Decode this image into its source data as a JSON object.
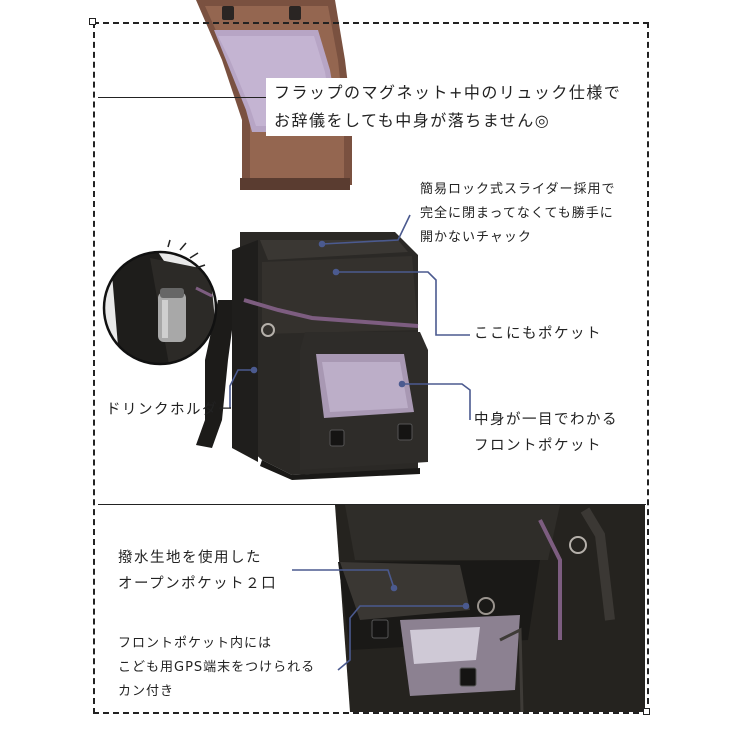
{
  "annotations": {
    "flap_line1": "フラップのマグネット+中のリュック仕様で",
    "flap_line2": "お辞儀をしても中身が落ちません◎",
    "lock_line1": "簡易ロック式スライダー採用で",
    "lock_line2": "完全に閉まってなくても勝手に",
    "lock_line3": "開かないチャック",
    "pocket_here": "ここにもポケット",
    "drink_holder": "ドリンクホルダー",
    "front_line1": "中身が一目でわかる",
    "front_line2": "フロントポケット",
    "open_line1": "撥水生地を使用した",
    "open_line2": "オープンポケット２口",
    "gps_line1": "フロントポケット内には",
    "gps_line2": "こども用GPS端末をつけられる",
    "gps_line3": "カン付き"
  },
  "colors": {
    "bag_black": "#24221f",
    "flap_brown": "#8a5e45",
    "window_lilac": "#b9a9c6",
    "accent_blue": "#4b5a8f",
    "trim_purple": "#7a5a7a"
  }
}
